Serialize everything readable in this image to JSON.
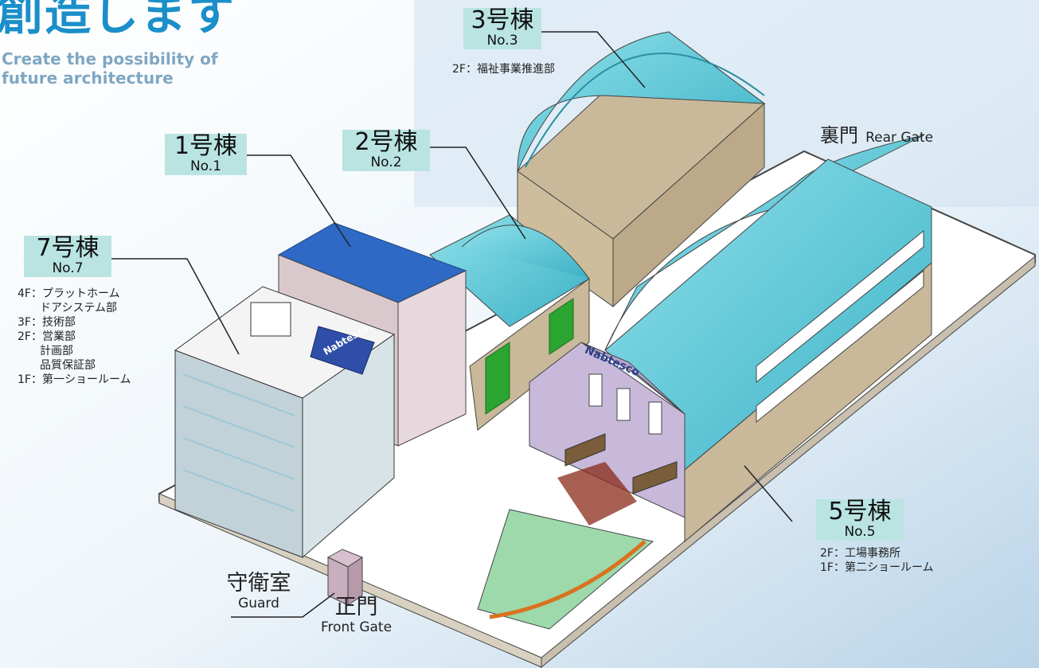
{
  "heading": {
    "main": "創造します",
    "sub": "Create the possibility of\nfuture architecture"
  },
  "buildings": {
    "b1": {
      "ja": "1号棟",
      "en": "No.1"
    },
    "b2": {
      "ja": "2号棟",
      "en": "No.2"
    },
    "b3": {
      "ja": "3号棟",
      "en": "No.3",
      "floors": "2F：福祉事業推進部"
    },
    "b5": {
      "ja": "5号棟",
      "en": "No.5",
      "floors": "2F：工場事務所\n1F：第二ショールーム"
    },
    "b7": {
      "ja": "7号棟",
      "en": "No.7",
      "floors": "4F：プラットホーム\n　　ドアシステム部\n3F：技術部\n2F：営業部\n　　計画部\n　　品質保証部\n1F：第一ショールーム"
    }
  },
  "gates": {
    "rear": {
      "ja": "裏門",
      "en": "Rear Gate"
    },
    "front": {
      "ja": "正門",
      "en": "Front Gate"
    },
    "guard": {
      "ja": "守衛室",
      "en": "Guard"
    }
  },
  "signage": {
    "brand": "Nabtesco"
  },
  "colors": {
    "roof_cyan": "#4fc6d6",
    "wall_tan": "#c9b99a",
    "tag_bg": "#b9e4e2",
    "heading_blue": "#1a8fc9",
    "sub_blue": "#7fa7c4"
  }
}
